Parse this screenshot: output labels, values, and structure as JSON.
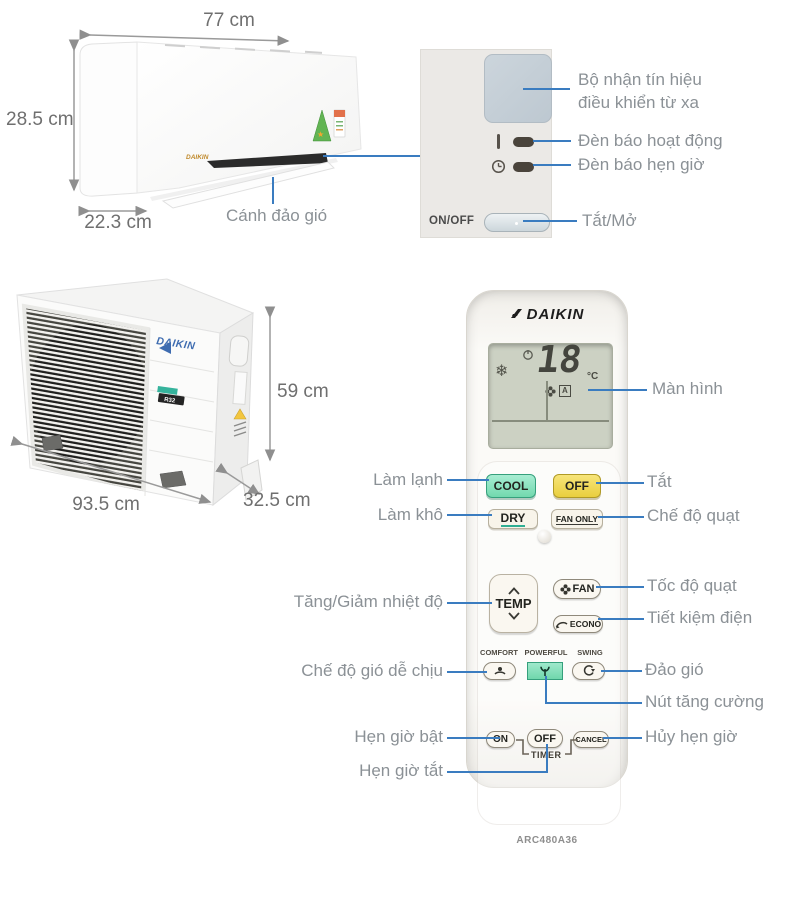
{
  "indoor_unit": {
    "brand_logo": "DAIKIN",
    "dim_width": "77 cm",
    "dim_height": "28.5 cm",
    "dim_depth": "22.3 cm",
    "label_flap": "Cánh đảo gió"
  },
  "receiver_panel": {
    "power_switch_label": "ON/OFF",
    "label_receiver_line1": "Bộ nhận tín hiệu",
    "label_receiver_line2": "điều khiển từ xa",
    "label_operation_light": "Đèn báo hoạt động",
    "label_timer_light": "Đèn báo hẹn giờ",
    "label_power_button": "Tắt/Mở"
  },
  "outdoor_unit": {
    "brand_logo": "DAIKIN",
    "refrigerant_badge": "R32",
    "dim_height": "59 cm",
    "dim_width": "93.5 cm",
    "dim_depth": "32.5 cm"
  },
  "remote": {
    "brand_logo": "DAIKIN",
    "model": "ARC480A36",
    "display": {
      "temperature": "18",
      "unit": "°C",
      "fan_mode": "A",
      "snow_icon": "❄"
    },
    "buttons": {
      "cool": "COOL",
      "power_off": "OFF",
      "dry": "DRY",
      "fan_only": "FAN ONLY",
      "temp": "TEMP",
      "fan": "FAN",
      "econo": "ECONO",
      "comfort": "COMFORT",
      "powerful": "POWERFUL",
      "swing": "SWING",
      "timer_on": "ON",
      "timer_off": "OFF",
      "cancel": "CANCEL",
      "timer_group": "TIMER"
    },
    "annotations": {
      "display": "Màn hình",
      "cool": "Làm lạnh",
      "off": "Tắt",
      "dry": "Làm khô",
      "fan_mode": "Chế độ quạt",
      "temp": "Tăng/Giảm nhiệt độ",
      "fan_speed": "Tốc độ quạt",
      "econo": "Tiết kiệm điện",
      "comfort": "Chế độ gió dễ chịu",
      "swing": "Đảo gió",
      "powerful": "Nút tăng cường",
      "timer_on": "Hẹn giờ bật",
      "cancel": "Hủy hẹn giờ",
      "timer_off": "Hẹn giờ tắt"
    }
  },
  "colors": {
    "line_blue": "#3a7cc0",
    "label_gray": "#8b9196",
    "cool_green": "#72d9ae",
    "off_yellow": "#e9cf3e"
  }
}
